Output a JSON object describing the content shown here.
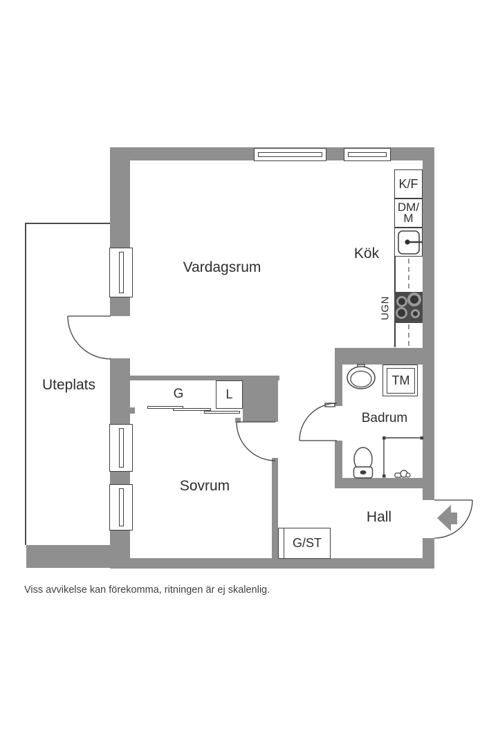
{
  "rooms": {
    "living": {
      "label": "Vardagsrum"
    },
    "kitchen": {
      "label": "Kök"
    },
    "patio": {
      "label": "Uteplats"
    },
    "bedroom": {
      "label": "Sovrum"
    },
    "bathroom": {
      "label": "Badrum"
    },
    "hall": {
      "label": "Hall"
    }
  },
  "fixtures": {
    "fridge_freezer": "K/F",
    "dishwasher_line1": "DM/",
    "dishwasher_line2": "M",
    "oven": "UGN",
    "washing_machine": "TM",
    "wardrobe": "G",
    "linen_cabinet": "L",
    "hall_closet": "G/ST"
  },
  "footer": {
    "disclaimer": "Viss avvikelse kan förekomma, ritningen är ej skalenlig."
  },
  "colors": {
    "wall": "#8f8f8f",
    "line": "#3f3f3f",
    "stove": "#4a4a4a",
    "text": "#2d2d2d"
  }
}
